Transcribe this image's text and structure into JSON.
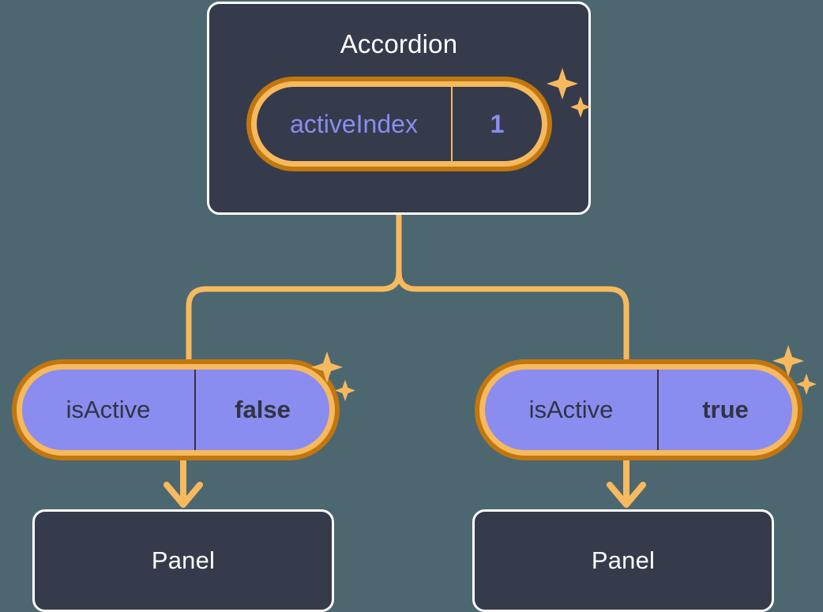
{
  "diagram": {
    "type": "component-tree",
    "background_color": "#4d6770",
    "accent_color": "#f7b95e",
    "accent_dark_color": "#c1770e",
    "node_fill_color": "#353b4b",
    "prop_fill_color": "#8b8cf0"
  },
  "parent": {
    "title": "Accordion",
    "state": {
      "key": "activeIndex",
      "value": "1"
    }
  },
  "children": [
    {
      "prop": {
        "key": "isActive",
        "value": "false"
      },
      "title": "Panel"
    },
    {
      "prop": {
        "key": "isActive",
        "value": "true"
      },
      "title": "Panel"
    }
  ],
  "icons": {
    "sparkle_large": "sparkle-icon",
    "sparkle_small": "sparkle-icon"
  }
}
